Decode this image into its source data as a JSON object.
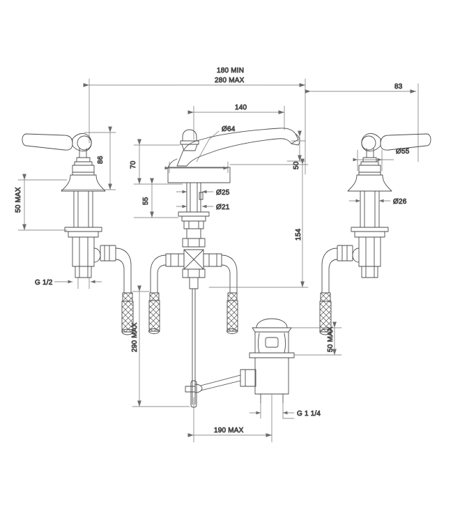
{
  "drawing": {
    "title": "Basin mixer tap set technical drawing",
    "background_color": "#ffffff",
    "line_color": "#4a4a4a",
    "dimension_line_color": "#6b6b6b",
    "text_color": "#3a3a3a",
    "units": "mm"
  },
  "dimensions": {
    "overall_min": "180 MIN",
    "overall_max": "280 MAX",
    "spout_reach": "140",
    "right_offset": "83",
    "handle_height": "86",
    "spout_height_upper": "70",
    "body_height_lower": "55",
    "spout_outlet_drop": "50",
    "riser_height": "154",
    "left_rise_max": "50 MAX",
    "hose_length_max": "290 MAX",
    "waste_height_max": "50 MAX",
    "waste_reach_max": "190 MAX",
    "spout_flange_dia": "Ø64",
    "shank_dia_outer": "Ø25",
    "shank_dia_inner": "Ø21",
    "handle_base_dia": "Ø55",
    "tap_shank_dia": "Ø26",
    "inlet_thread": "G 1/2",
    "waste_thread": "G 1 1/4"
  },
  "components": {
    "left_tap": "left-pillar-tap",
    "right_tap": "right-pillar-tap",
    "center_spout": "center-spout-assembly",
    "waste": "pop-up-waste-assembly",
    "hoses": "braided-flexible-hoses"
  }
}
